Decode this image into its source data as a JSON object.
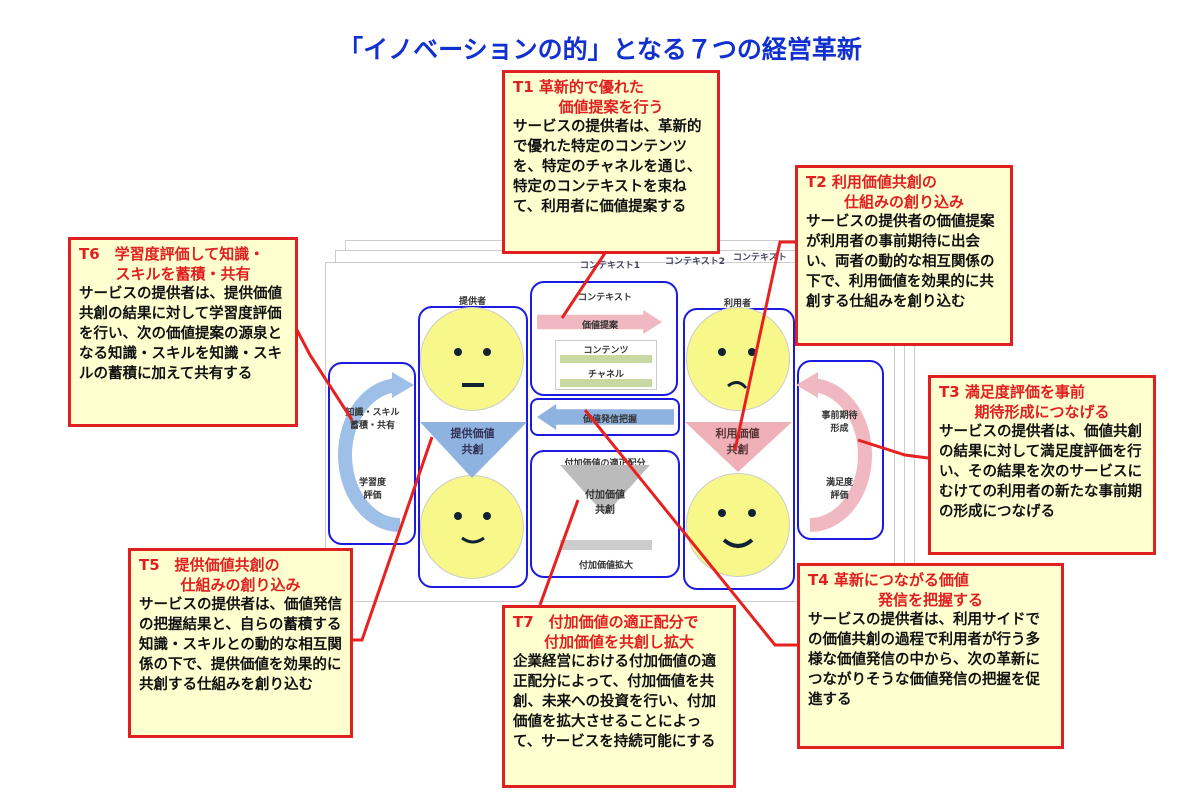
{
  "title": "「イノベーションの的」となる７つの経営革新",
  "diagram": {
    "contexts": [
      "コンテキスト1",
      "コンテキスト2",
      "コンテキスト"
    ],
    "provider": "提供者",
    "user": "利用者",
    "context": "コンテキスト",
    "value_proposal": "価値提案",
    "contents": "コンテンツ",
    "channel": "チャネル",
    "value_signal": "価値発信把握",
    "fair_distribution": "付加価値の適正配分",
    "added_value_cocreation": [
      "付加価値",
      "共創"
    ],
    "added_value_expansion": "付加価値拡大",
    "provided_value_cocreation": [
      "提供価値",
      "共創"
    ],
    "use_value_cocreation": [
      "利用価値",
      "共創"
    ],
    "knowledge": [
      "知識・スキル",
      "蓄積・共有"
    ],
    "learning_eval": [
      "学習度",
      "評価"
    ],
    "expectation": [
      "事前期待",
      "形成"
    ],
    "satisfaction": [
      "満足度",
      "評価"
    ]
  },
  "cards": {
    "t1": {
      "head": [
        "T1 革新的で優れた",
        "価値提案を行う"
      ],
      "body": "サービスの提供者は、革新的で優れた特定のコンテンツを、特定のチャネルを通じ、特定のコンテキストを束ねて、利用者に価値提案する"
    },
    "t2": {
      "head": [
        "T2 利用価値共創の",
        "仕組みの創り込み"
      ],
      "body": "サービスの提供者の価値提案が利用者の事前期待に出会い、両者の動的な相互関係の下で、利用価値を効果的に共創する仕組みを創り込む"
    },
    "t3": {
      "head": [
        "T3 満足度評価を事前",
        "期待形成につなげる"
      ],
      "body": "サービスの提供者は、価値共創の結果に対して満足度評価を行い、その結果を次のサービスにむけての利用者の新たな事前期の形成につなげる"
    },
    "t4": {
      "head": [
        "T4 革新につながる価値",
        "発信を把握する"
      ],
      "body": "サービスの提供者は、利用サイドでの価値共創の過程で利用者が行う多様な価値発信の中から、次の革新につながりそうな価値発信の把握を促進する"
    },
    "t5": {
      "head": [
        "T5　提供価値共創の",
        "仕組みの創り込み"
      ],
      "body": "サービスの提供者は、価値発信の把握結果と、自らの蓄積する知識・スキルとの動的な相互関係の下で、提供価値を効果的に共創する仕組みを創り込む"
    },
    "t6": {
      "head": [
        "T6　学習度評価して知識・",
        "スキルを蓄積・共有"
      ],
      "body": "サービスの提供者は、提供価値共創の結果に対して学習度評価を行い、次の価値提案の源泉となる知識・スキルを知識・スキルの蓄積に加えて共有する"
    },
    "t7": {
      "head": [
        "T7　付加価値の適正配分で",
        "付加価値を共創し拡大"
      ],
      "body": "企業経営における付加価値の適正配分によって、付加価値を共創、未来への投資を行い、付加価値を拡大させることによって、サービスを持続可能にする"
    }
  }
}
